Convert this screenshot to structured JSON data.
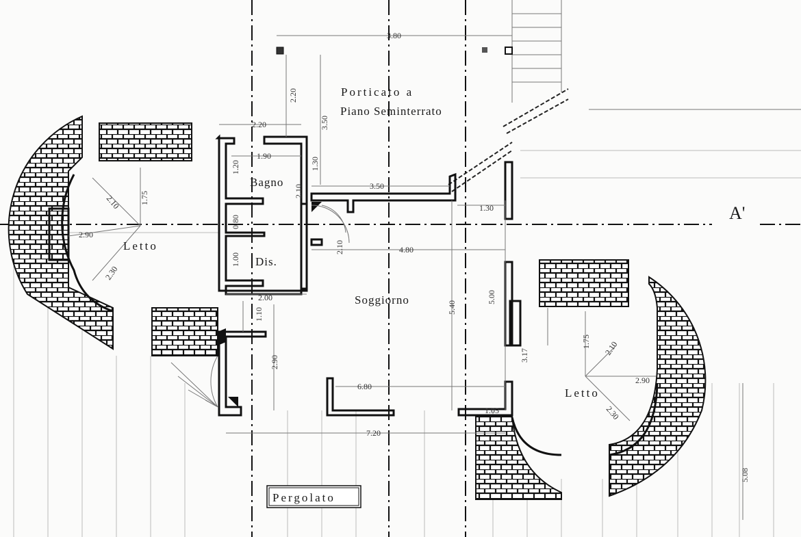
{
  "section_marker": "A'",
  "rooms": {
    "porticato_line1": "Porticato a",
    "porticato_line2": "Piano Seminterrato",
    "bagno": "Bagno",
    "dis": "Dis.",
    "soggiorno": "Soggiorno",
    "letto_left": "Letto",
    "letto_right": "Letto",
    "pergolato": "Pergolato"
  },
  "dimensions": {
    "top_width": "3.80",
    "porch_depth_left": "2.20",
    "porch_depth_right": "3.50",
    "bath_outer_width": "2.20",
    "bath_inner_width": "1.90",
    "bath_side": "1.20",
    "bath_recess": "1.30",
    "bath_height": "2.10",
    "porch_wall": "3.50",
    "porch_offset": "1.30",
    "closet": "0.80",
    "dis_height": "1.00",
    "stair_height": "2.10",
    "living_width_upper": "4.80",
    "dis_width": "2.00",
    "lower_offset": "1.10",
    "lower_height": "2.90",
    "living_height_a": "5.40",
    "living_height_b": "5.00",
    "bedroom_right_offset": "3.17",
    "right_radius_v": "1.75",
    "right_radius_diag": "2.10",
    "right_radius_h": "2.90",
    "right_radius_low": "2.30",
    "living_width_lower": "6.80",
    "pillar": "1.05",
    "total_width": "7.20",
    "side_height": "5.08",
    "left_radius_v": "1.75",
    "left_radius_diag": "2.10",
    "left_radius_h": "2.90",
    "left_radius_low": "2.30"
  }
}
